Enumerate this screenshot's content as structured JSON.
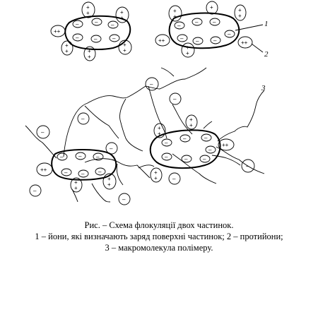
{
  "labels": {
    "l1": "1",
    "l2": "2",
    "l3": "3"
  },
  "symbols": {
    "plus": "+",
    "double_plus": "++",
    "minus": "–"
  },
  "caption": {
    "line1": "Рис. – Схема флокуляції двох частинок.",
    "line2": "1 – йони, які визначають заряд поверхні частинок; 2 – протийони;",
    "line3": "3 – макромолекула полімеру."
  }
}
